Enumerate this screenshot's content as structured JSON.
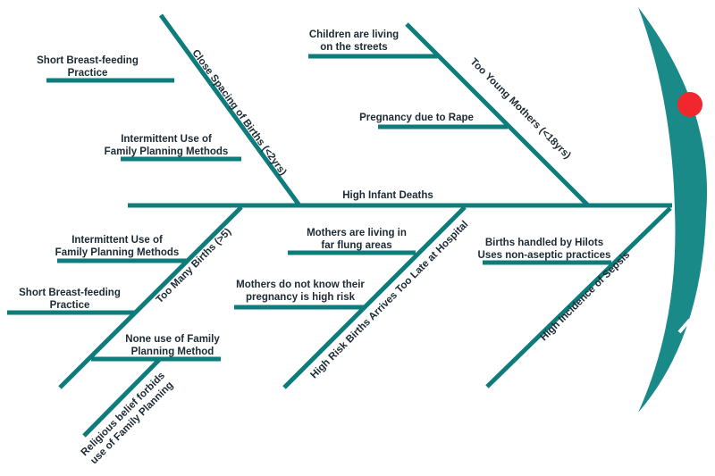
{
  "problem": "High Infant Deaths",
  "colors": {
    "bone": "#0e7c7b",
    "head": "#1a8a88",
    "dot": "#f0282d"
  },
  "causes": [
    {
      "label": "Close Spacing of Births (<2yrs)",
      "subs": [
        [
          "Short Breast-feeding",
          "Practice"
        ],
        [
          "Intermittent Use of",
          "Family Planning Methods"
        ]
      ]
    },
    {
      "label": "Too Young Mothers (<18yrs)",
      "subs": [
        [
          "Children are living",
          "on the streets"
        ],
        [
          "Pregnancy due to Rape"
        ]
      ]
    },
    {
      "label": "Too Many Births (>5)",
      "subs": [
        [
          "Intermittent Use of",
          "Family Planning Methods"
        ],
        [
          "Short Breast-feeding",
          "Practice"
        ],
        [
          "None use of Family",
          "Planning Method"
        ]
      ],
      "subsub": [
        "Religious belief forbids",
        "use of Family Planning"
      ]
    },
    {
      "label": "High Risk Births Arrives Too Late at Hospital",
      "subs": [
        [
          "Mothers are living in",
          "far flung areas"
        ],
        [
          "Mothers do not know their",
          "pregnancy is high risk"
        ]
      ]
    },
    {
      "label": "High Incidence of Sepsis",
      "subs": [
        [
          "Births handled by Hilots",
          "Uses non-aseptic practices"
        ]
      ]
    }
  ]
}
